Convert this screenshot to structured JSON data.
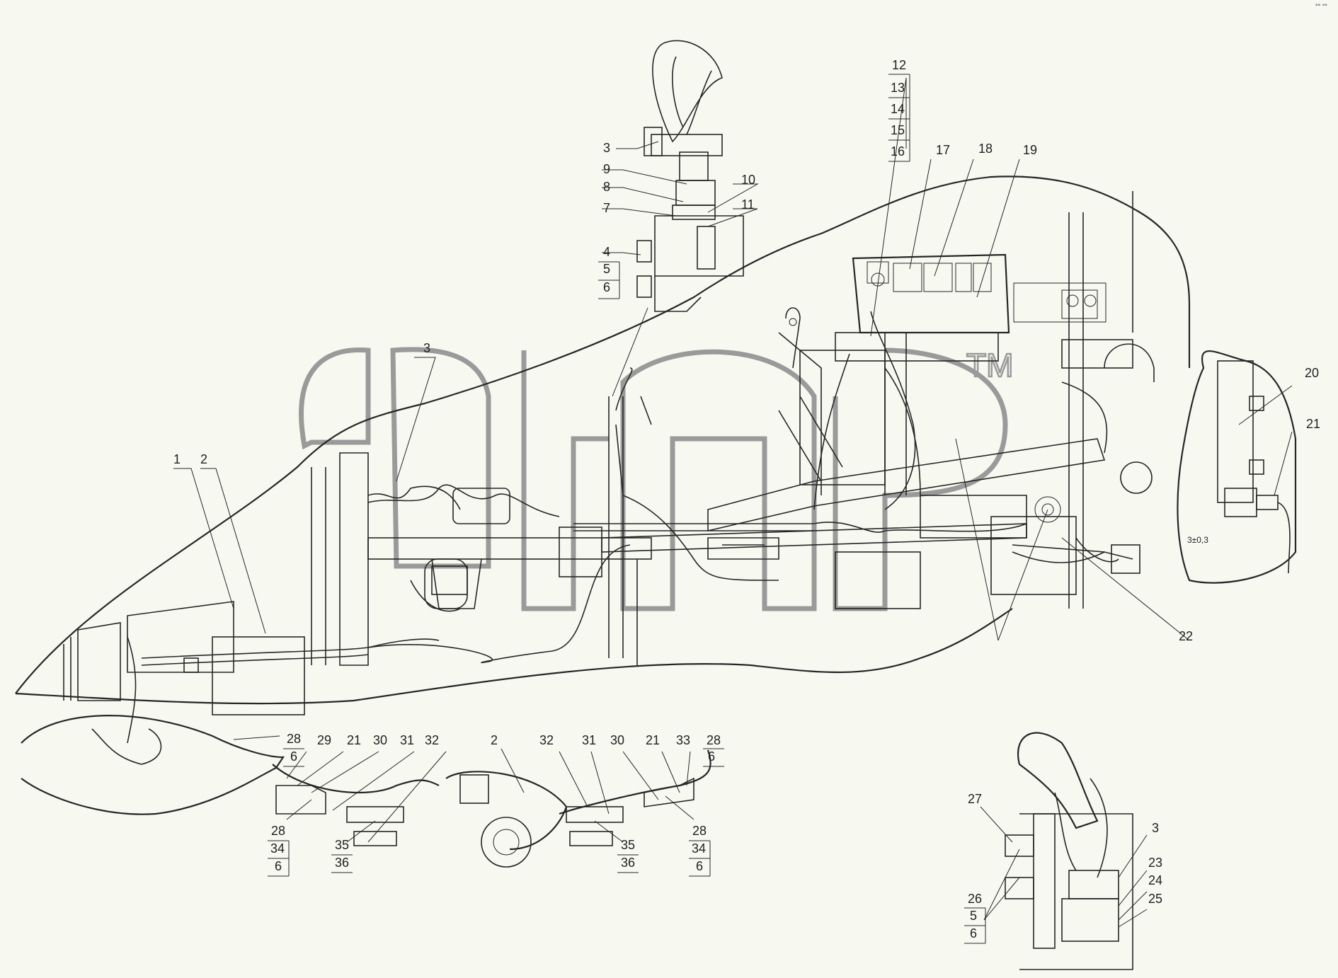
{
  "watermark": {
    "text": "alfa",
    "mark": "TM"
  },
  "callouts": {
    "c1": "1",
    "c2": "2",
    "c3": "3",
    "c4": "4",
    "c5": "5",
    "c6": "6",
    "c7": "7",
    "c8": "8",
    "c9": "9",
    "c10": "10",
    "c11": "11",
    "c12": "12",
    "c13": "13",
    "c14": "14",
    "c15": "15",
    "c16": "16",
    "c17": "17",
    "c18": "18",
    "c19": "19",
    "c20": "20",
    "c21": "21",
    "c22": "22",
    "c23": "23",
    "c24": "24",
    "c25": "25",
    "c26": "26",
    "c27": "27",
    "c28": "28",
    "c29": "29",
    "c30": "30",
    "c31": "31",
    "c32": "32",
    "c33": "33",
    "c34": "34",
    "c35": "35",
    "c36": "36"
  },
  "dimension": "3±0,3",
  "corner_glyph": "°° °°"
}
